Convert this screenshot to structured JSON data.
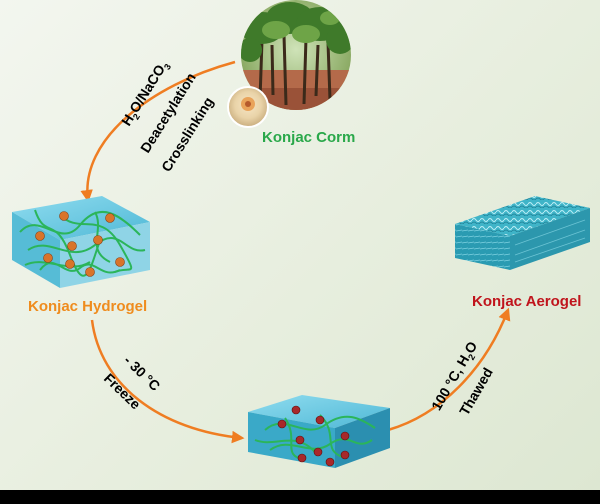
{
  "labels": {
    "corm": "Konjac Corm",
    "hydrogel": "Konjac Hydrogel",
    "aerogel": "Konjac Aerogel"
  },
  "steps": {
    "reagent_h": "H",
    "reagent_2": "2",
    "reagent_mid": "O/NaCO",
    "reagent_3": "3",
    "deacetylation": "Deacetylation",
    "crosslinking": "Crosslinking",
    "freeze_temp": "- 30 °C",
    "freeze": "Freeze",
    "thaw_cond_a": "100 °C, H",
    "thaw_cond_2": "2",
    "thaw_cond_b": "O",
    "thawed": "Thawed"
  },
  "colors": {
    "arrow": "#ef7d22",
    "corm_label": "#2aa84a",
    "hydrogel_label": "#ef8c1e",
    "aerogel_label": "#c0141c",
    "gel_block": "#4fc2de",
    "fiber": "#2bb55a",
    "node_hydrogel": "#d9742a",
    "node_frozen": "#a8282a"
  }
}
